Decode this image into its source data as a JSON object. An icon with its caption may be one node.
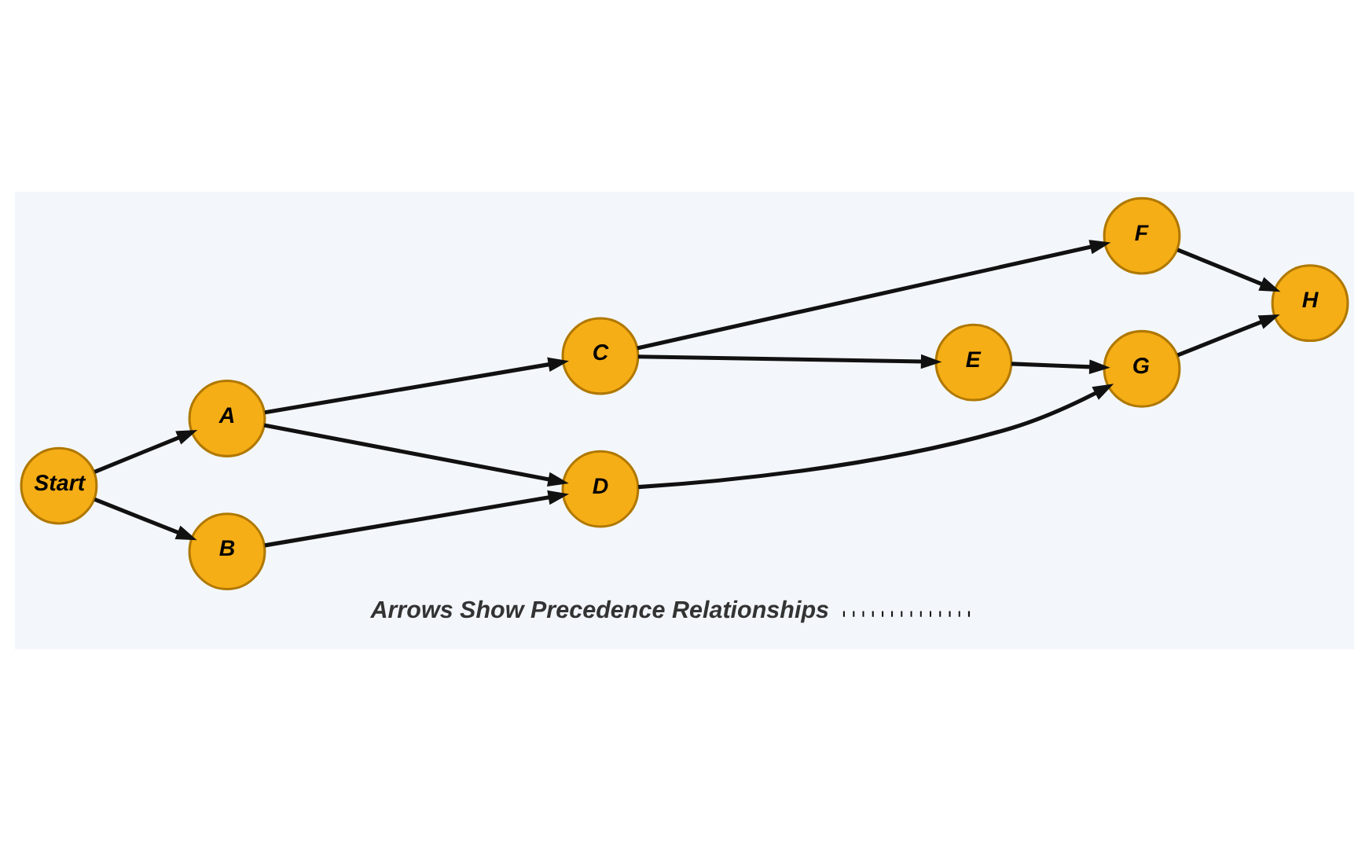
{
  "diagram": {
    "nodes": [
      {
        "text": [
          "Start"
        ]
      },
      {
        "text": [
          "A"
        ]
      },
      {
        "text": [
          "B"
        ]
      },
      {
        "text": [
          "C"
        ]
      },
      {
        "text": [
          "D"
        ]
      },
      {
        "text": [
          "E"
        ]
      },
      {
        "text": [
          "F"
        ]
      },
      {
        "text": [
          "G"
        ]
      },
      {
        "text": [
          "H"
        ]
      },
      {
        "text": [
          "Arrows Show Precedence Relationships"
        ]
      }
    ],
    "edges": [
      {
        "from": 0,
        "to": 1,
        "arrow": "to"
      },
      {
        "from": 0,
        "to": 2,
        "arrow": "to"
      },
      {
        "from": 1,
        "to": 3,
        "arrow": "to"
      },
      {
        "from": 1,
        "to": 4,
        "arrow": "to"
      },
      {
        "from": 2,
        "to": 4,
        "arrow": "to"
      },
      {
        "from": 3,
        "to": 6,
        "arrow": "to"
      },
      {
        "from": 3,
        "to": 5,
        "arrow": "to"
      },
      {
        "from": 4,
        "to": 7,
        "arrow": "to"
      },
      {
        "from": 5,
        "to": 7,
        "arrow": "to"
      },
      {
        "from": 6,
        "to": 8,
        "arrow": "to"
      },
      {
        "from": 7,
        "to": 8,
        "arrow": "to"
      },
      {
        "from": 9,
        "to": null,
        "arrow": "none",
        "style": "dashed"
      }
    ]
  }
}
